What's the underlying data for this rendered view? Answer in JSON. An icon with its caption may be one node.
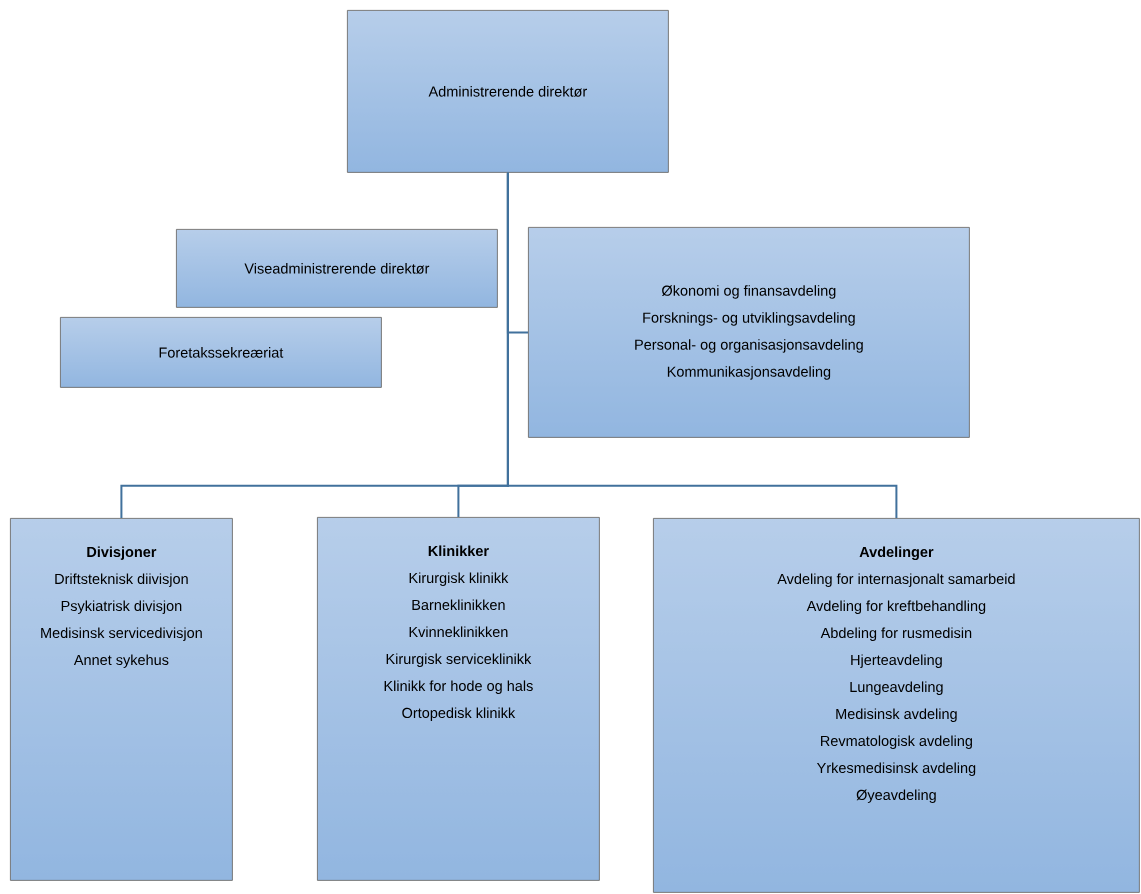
{
  "diagram": {
    "nodes": [
      {
        "text": [
          "Administrerende direktør"
        ]
      },
      {
        "text": [
          "Viseadministrerende direktør"
        ]
      },
      {
        "text": [
          "Foretakssekreæriat"
        ]
      },
      {
        "text": [
          "Økonomi og finansavdeling",
          "Forsknings- og utviklingsavdeling",
          "Personal- og organisasjonsavdeling",
          "Kommunikasjonsavdeling"
        ]
      },
      {
        "text": [
          "Divisjoner",
          "Driftsteknisk diivisjon",
          "Psykiatrisk divisjon",
          "Medisinsk servicedivisjon",
          "Annet sykehus"
        ]
      },
      {
        "text": [
          "Klinikker",
          "Kirurgisk klinikk",
          "Barneklinikken",
          "Kvinneklinikken",
          "Kirurgisk serviceklinikk",
          "Klinikk for hode og hals",
          "Ortopedisk klinikk"
        ]
      },
      {
        "text": [
          "Avdelinger",
          "Avdeling for internasjonalt samarbeid",
          "Avdeling for kreftbehandling",
          "Abdeling for rusmedisin",
          "Hjerteavdeling",
          "Lungeavdeling",
          "Medisinsk avdeling",
          "Revmatologisk avdeling",
          "Yrkesmedisinsk avdeling",
          "Øyeavdeling"
        ]
      }
    ],
    "edges": [
      {
        "from": 0,
        "to": 3,
        "arrow": "none"
      },
      {
        "from": 0,
        "to": 4,
        "arrow": "none"
      },
      {
        "from": 0,
        "to": 5,
        "arrow": "none"
      },
      {
        "from": 0,
        "to": 6,
        "arrow": "none"
      }
    ]
  }
}
